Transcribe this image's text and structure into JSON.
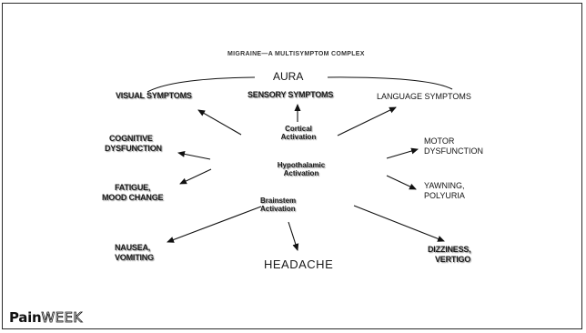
{
  "title": "MIGRAINE—A MULTISYMPTOM COMPLEX",
  "aura": "AURA",
  "top_row": {
    "visual": "VISUAL SYMPTOMS",
    "sensory": "SENSORY SYMPTOMS",
    "language": "LANGUAGE SYMPTOMS"
  },
  "center": {
    "cortical": [
      "Cortical",
      "Activation"
    ],
    "hypothalamic": [
      "Hypothalamic",
      "Activation"
    ],
    "brainstem": [
      "Brainstem",
      "Activation"
    ]
  },
  "left": {
    "cognitive": [
      "COGNITIVE",
      "DYSFUNCTION"
    ],
    "fatigue": [
      "FATIGUE,",
      "MOOD CHANGE"
    ],
    "nausea": [
      "NAUSEA,",
      "VOMITING"
    ]
  },
  "right": {
    "motor": [
      "MOTOR",
      "DYSFUNCTION"
    ],
    "yawning": [
      "YAWNING,",
      "POLYURIA"
    ],
    "dizziness": [
      "DIZZINESS,",
      "VERTIGO"
    ]
  },
  "headache": "HEADACHE",
  "logo": {
    "part1": "Pain",
    "part2": "WEEK"
  },
  "colors": {
    "text": "#1a1a1a",
    "frame": "#2b2b2b",
    "arrow": "#111111"
  }
}
